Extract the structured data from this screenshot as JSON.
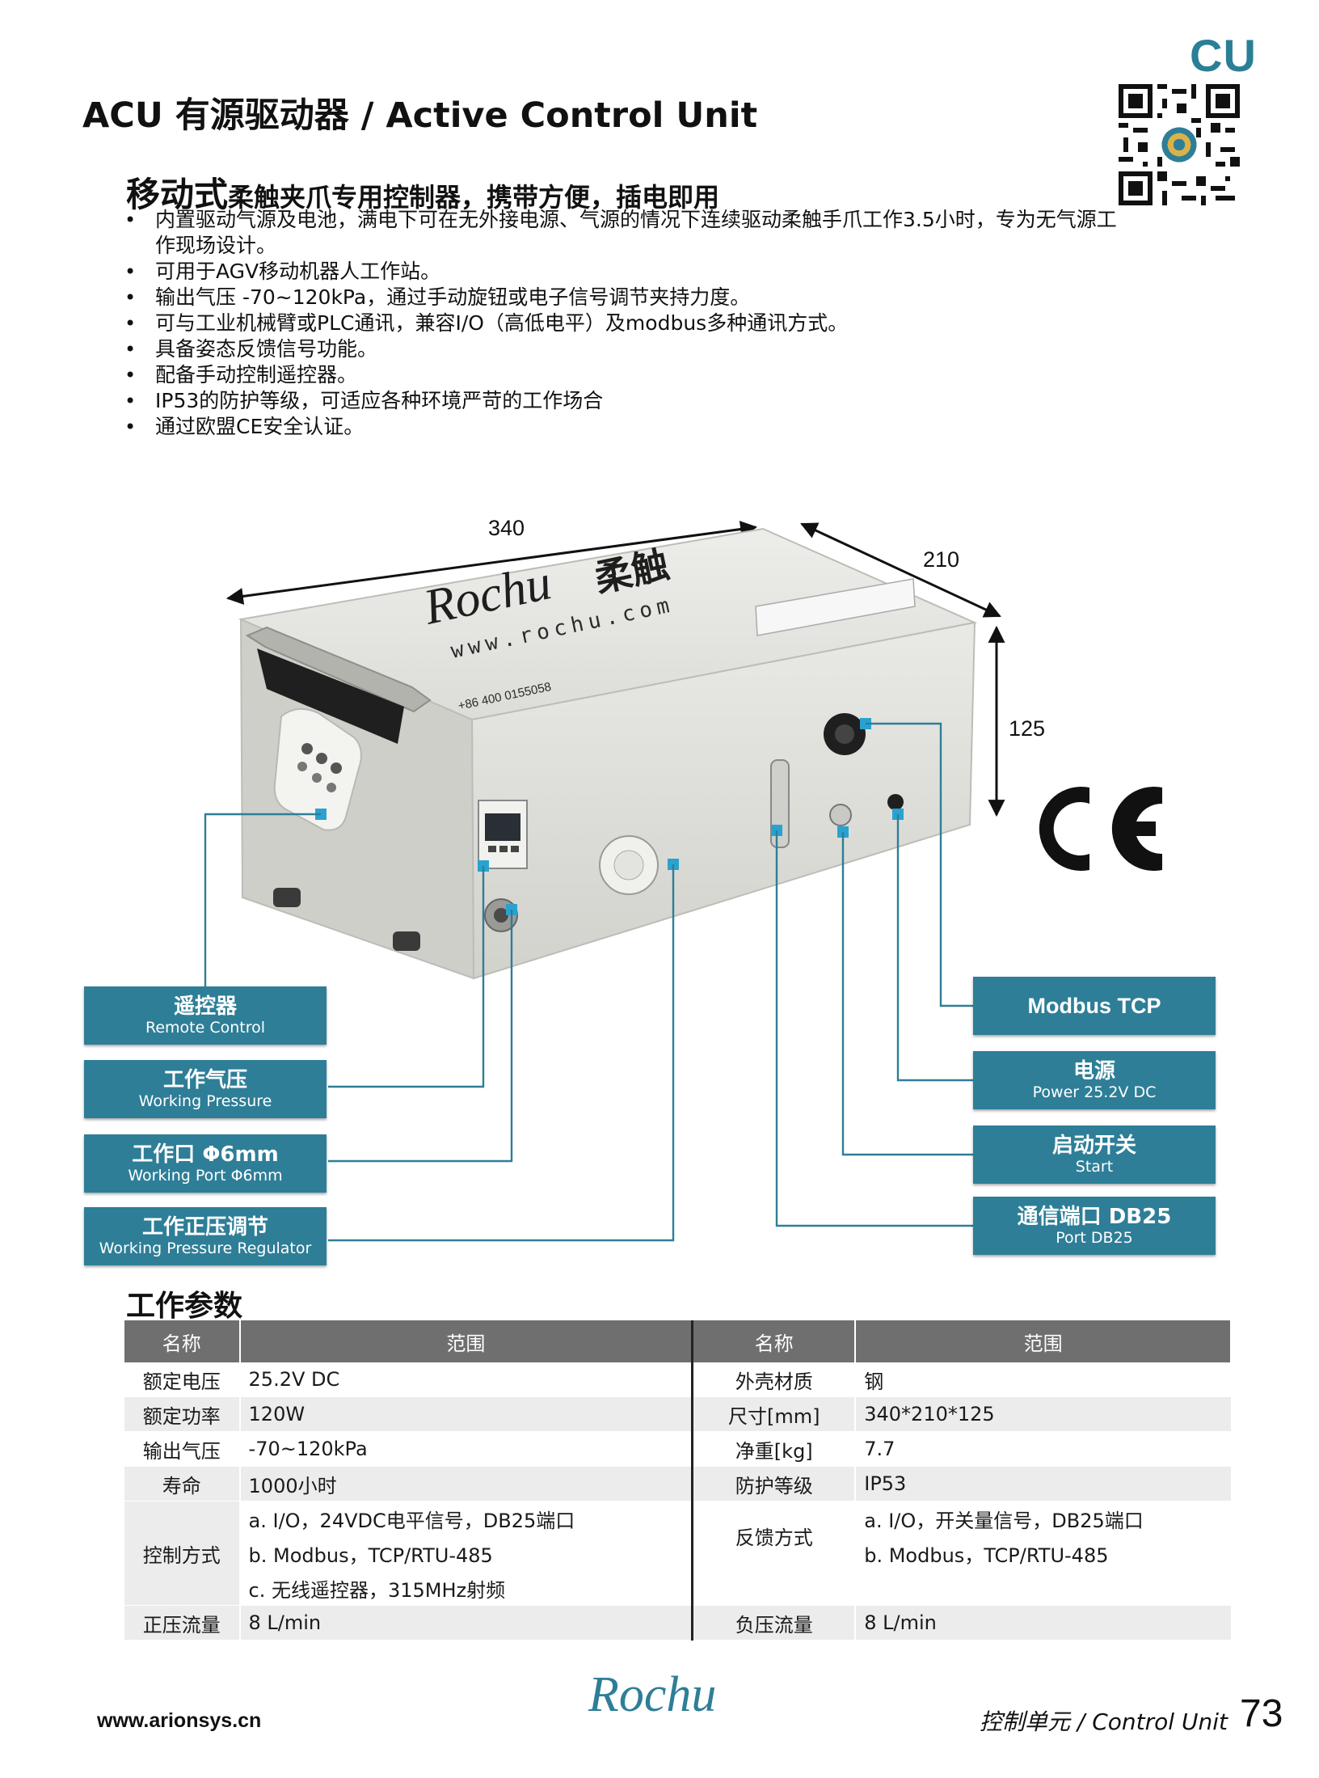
{
  "header": {
    "section_mark": "CU",
    "title": "ACU 有源驱动器 / Active Control Unit"
  },
  "intro": {
    "tagline_big": "移动式",
    "tagline_rest": "柔触夹爪专用控制器，携带方便，插电即用",
    "features": [
      "内置驱动气源及电池，满电下可在无外接电源、气源的情况下连续驱动柔触手爪工作3.5小时，专为无气源工作现场设计。",
      "可用于AGV移动机器人工作站。",
      "输出气压 -70~120kPa，通过手动旋钮或电子信号调节夹持力度。",
      "可与工业机械臂或PLC通讯，兼容I/O（高低电平）及modbus多种通讯方式。",
      "具备姿态反馈信号功能。",
      "配备手动控制遥控器。",
      "IP53的防护等级，可适应各种环境严苛的工作场合",
      "通过欧盟CE安全认证。"
    ]
  },
  "dimensions": {
    "length": "340",
    "width": "210",
    "height": "125"
  },
  "device_print": {
    "brand": "Rochu",
    "brand_cn": "柔触",
    "website": "www.rochu.com",
    "phone": "+86 400 0155058"
  },
  "callouts_left": [
    {
      "zh": "遥控器",
      "en": "Remote Control"
    },
    {
      "zh": "工作气压",
      "en": "Working Pressure"
    },
    {
      "zh": "工作口 Φ6mm",
      "en": "Working Port Φ6mm"
    },
    {
      "zh": "工作正压调节",
      "en": "Working Pressure Regulator"
    }
  ],
  "callouts_right": [
    {
      "label": "Modbus TCP"
    },
    {
      "zh": "电源",
      "en": "Power 25.2V DC"
    },
    {
      "zh": "启动开关",
      "en": "Start"
    },
    {
      "zh": "通信端口 DB25",
      "en": "Port DB25"
    }
  ],
  "params": {
    "title": "工作参数",
    "headers": {
      "name": "名称",
      "range": "范围"
    },
    "rows": [
      {
        "l_name": "额定电压",
        "l_val": "25.2V DC",
        "r_name": "外壳材质",
        "r_val": "钢"
      },
      {
        "l_name": "额定功率",
        "l_val": "120W",
        "r_name": "尺寸[mm]",
        "r_val": "340*210*125"
      },
      {
        "l_name": "输出气压",
        "l_val": "-70~120kPa",
        "r_name": "净重[kg]",
        "r_val": "7.7"
      },
      {
        "l_name": "寿命",
        "l_val": "1000小时",
        "r_name": "防护等级",
        "r_val": "IP53"
      }
    ],
    "control": {
      "name": "控制方式",
      "values": [
        "a.  I/O，24VDC电平信号，DB25端口",
        "b. Modbus，TCP/RTU-485",
        "c.  无线遥控器，315MHz射频"
      ]
    },
    "feedback": {
      "name": "反馈方式",
      "values": [
        "a. I/O，开关量信号，DB25端口",
        "b. Modbus，TCP/RTU-485"
      ]
    },
    "last_row": {
      "l_name": "正压流量",
      "l_val": "8 L/min",
      "r_name": "负压流量",
      "r_val": "8 L/min"
    }
  },
  "footer": {
    "url": "www.arionsys.cn",
    "logo": "Rochu",
    "right_label": "控制单元 / Control Unit",
    "page_number": "73"
  },
  "colors": {
    "accent": "#2e7e97",
    "table_header": "#6f6f6f"
  }
}
